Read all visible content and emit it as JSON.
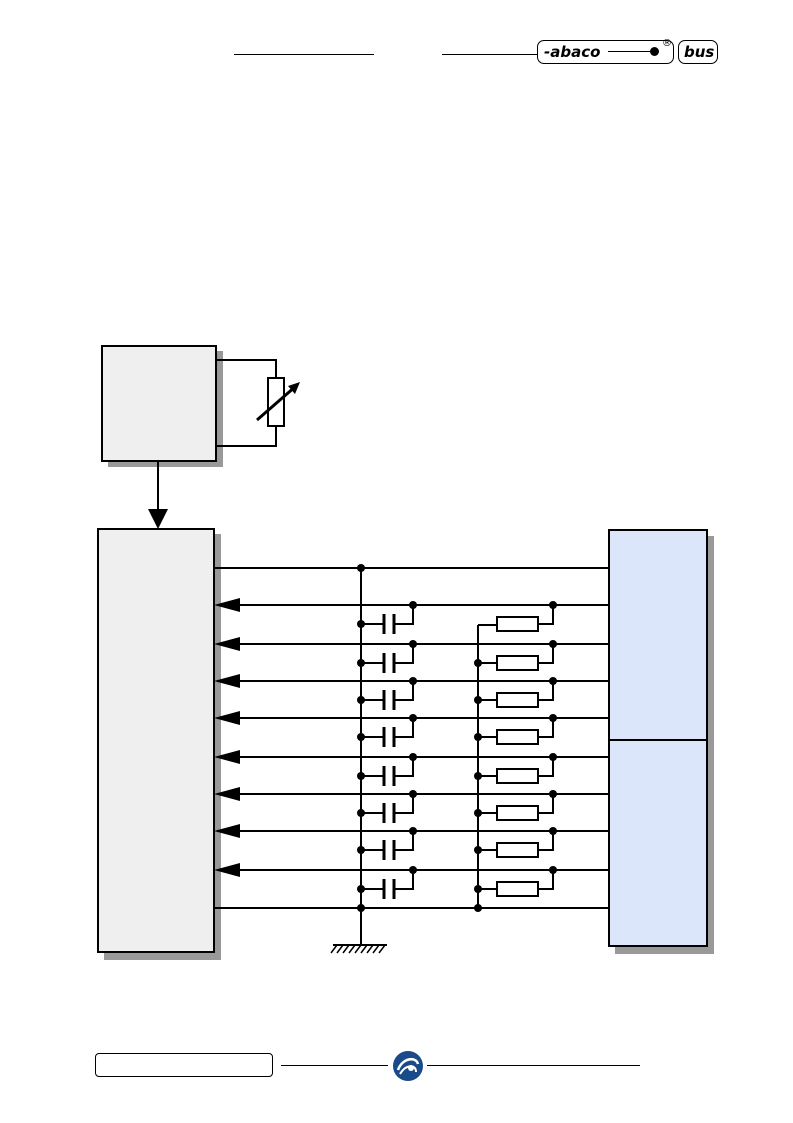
{
  "header": {
    "logo_left_text": "-abaco",
    "logo_right_text": "bus",
    "registered_mark": "®"
  },
  "diagram": {
    "line_count": 8,
    "colors": {
      "block_fill": "#efefef",
      "connector_fill": "#dce6fa",
      "shadow": "#999999",
      "line": "#000000"
    },
    "icons": {
      "potentiometer": "variable-resistor-icon",
      "ground": "ground-icon",
      "capacitor": "capacitor-icon",
      "resistor": "resistor-icon",
      "footer_logo": "swirl-logo-icon"
    }
  },
  "footer": {
    "box_text": ""
  }
}
